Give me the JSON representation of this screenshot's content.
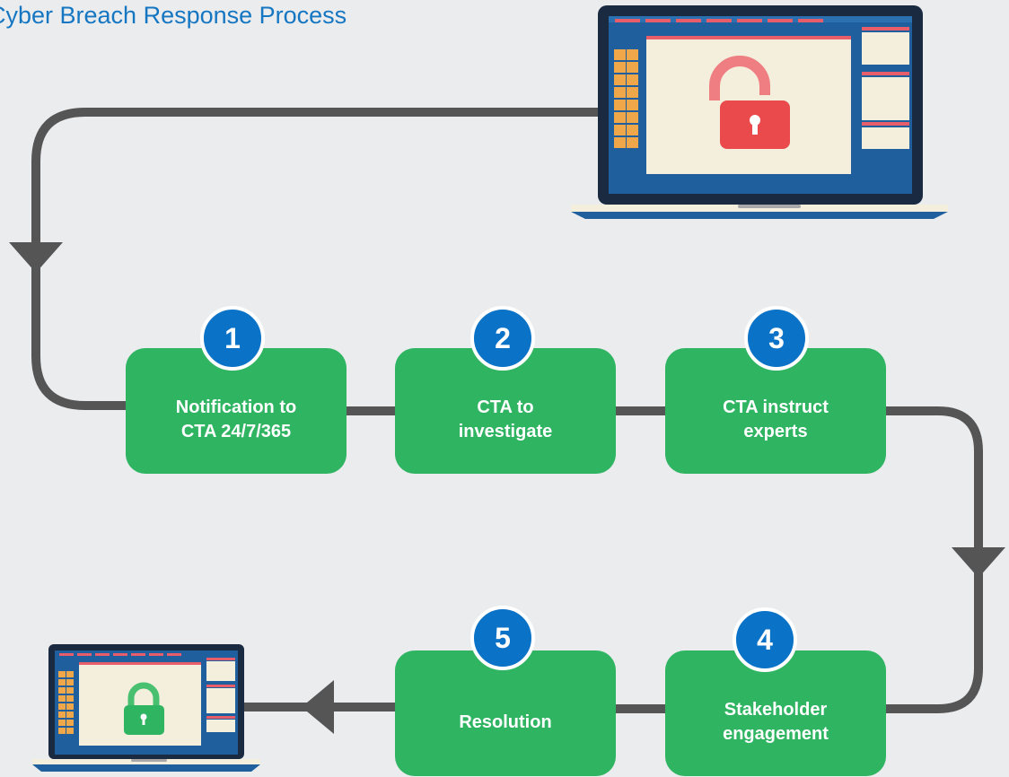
{
  "title": "Cyber Breach Response Process",
  "steps": [
    {
      "number": "1",
      "line1": "Notification to",
      "line2": "CTA 24/7/365"
    },
    {
      "number": "2",
      "line1": "CTA to",
      "line2": "investigate"
    },
    {
      "number": "3",
      "line1": "CTA instruct",
      "line2": "experts"
    },
    {
      "number": "4",
      "line1": "Stakeholder",
      "line2": "engagement"
    },
    {
      "number": "5",
      "line1": "Resolution",
      "line2": ""
    }
  ],
  "icons": {
    "breach": "unlocked-padlock-icon",
    "secure": "locked-padlock-icon"
  },
  "colors": {
    "background": "#ebecee",
    "step_fill": "#2fb462",
    "badge_fill": "#0a72c7",
    "title": "#1576c2",
    "connector": "#555555",
    "unlocked_padlock": "#ea4a4c",
    "locked_padlock": "#2fb462"
  }
}
